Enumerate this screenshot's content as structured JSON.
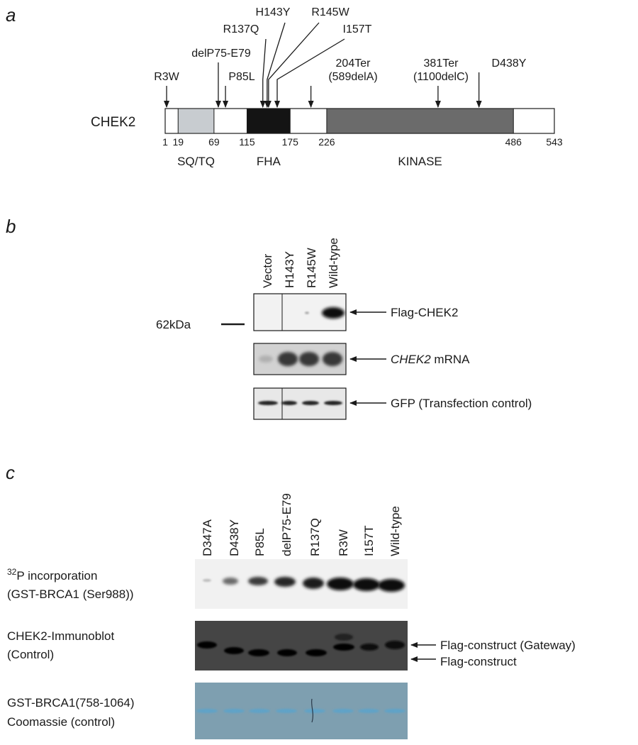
{
  "panels": {
    "a": {
      "letter": "a",
      "protein": "CHEK2",
      "mutations": [
        {
          "lines": [
            "R3W"
          ],
          "residue": 3
        },
        {
          "lines": [
            "delP75-E79"
          ],
          "residue": 75
        },
        {
          "lines": [
            "P85L"
          ],
          "residue": 85
        },
        {
          "lines": [
            "R137Q"
          ],
          "residue": 137
        },
        {
          "lines": [
            "H143Y"
          ],
          "residue": 143
        },
        {
          "lines": [
            "R145W"
          ],
          "residue": 145
        },
        {
          "lines": [
            "I157T"
          ],
          "residue": 157
        },
        {
          "lines": [
            "204Ter",
            "(589delA)"
          ],
          "residue": 204
        },
        {
          "lines": [
            "381Ter",
            "(1100delC)"
          ],
          "residue": 381
        },
        {
          "lines": [
            "D438Y"
          ],
          "residue": 438
        }
      ],
      "positions": [
        "1",
        "19",
        "69",
        "115",
        "175",
        "226",
        "486",
        "543"
      ],
      "domains": [
        {
          "name": "SQ/TQ",
          "start": 19,
          "end": 69,
          "color": "#c8ccd0"
        },
        {
          "name": "FHA",
          "start": 115,
          "end": 175,
          "color": "#141414"
        },
        {
          "name": "KINASE",
          "start": 226,
          "end": 486,
          "color": "#6b6b6b"
        }
      ]
    },
    "b": {
      "letter": "b",
      "lanes": [
        "Vector",
        "H143Y",
        "R145W",
        "Wild-type"
      ],
      "marker": "62kDa",
      "blots": [
        {
          "label": "Flag-CHEK2",
          "italic": false
        },
        {
          "label_italic": "CHEK2",
          "label_rest": " mRNA"
        },
        {
          "label": "GFP (Transfection control)"
        }
      ]
    },
    "c": {
      "letter": "c",
      "lanes": [
        "D347A",
        "D438Y",
        "P85L",
        "delP75-E79",
        "R137Q",
        "R3W",
        "I157T",
        "Wild-type"
      ],
      "row1": {
        "sup": "32",
        "line1_rest": "P incorporation",
        "line2": "(GST-BRCA1 (Ser988))"
      },
      "row2": {
        "line1": "CHEK2-Immunoblot",
        "line2": "(Control)"
      },
      "row3": {
        "line1": "GST-BRCA1(758-1064)",
        "line2": "Coomassie (control)"
      },
      "arrows": [
        "Flag-construct (Gateway)",
        "Flag-construct"
      ],
      "colors": {
        "coomassie_bg": "#7e9fb0",
        "coomassie_band": "#5fa3c8"
      }
    }
  }
}
